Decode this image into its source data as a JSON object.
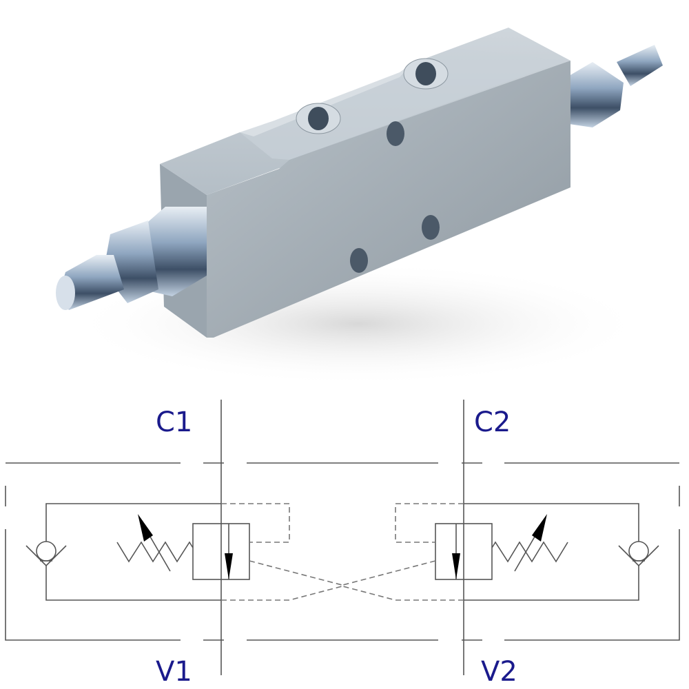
{
  "ports": {
    "c1": "C1",
    "c2": "C2",
    "v1": "V1",
    "v2": "V2"
  },
  "colors": {
    "label": "#1a1a8c",
    "line": "#555555",
    "body": "#a9b3bb"
  }
}
